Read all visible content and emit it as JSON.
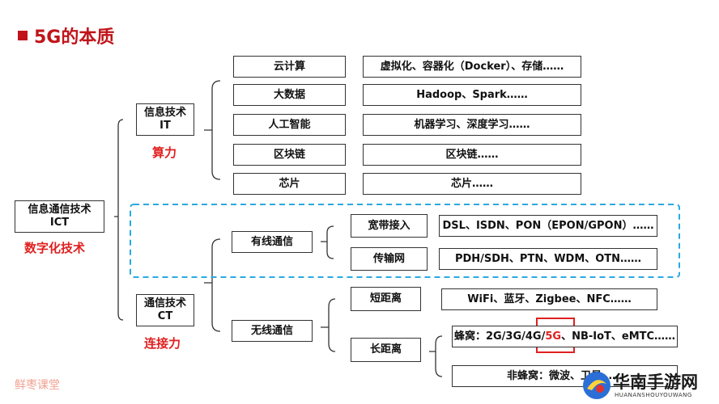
{
  "title": "5G的本质",
  "root": {
    "line1": "信息通信技术",
    "line2": "ICT",
    "label": "数字化技术"
  },
  "it": {
    "line1": "信息技术",
    "line2": "IT",
    "label": "算力"
  },
  "ct": {
    "line1": "通信技术",
    "line2": "CT",
    "label": "连接力"
  },
  "it_rows": [
    {
      "name": "云计算",
      "detail": "虚拟化、容器化（Docker）、存储……"
    },
    {
      "name": "大数据",
      "detail": "Hadoop、Spark……"
    },
    {
      "name": "人工智能",
      "detail": "机器学习、深度学习……"
    },
    {
      "name": "区块链",
      "detail": "区块链……"
    },
    {
      "name": "芯片",
      "detail": "芯片……"
    }
  ],
  "wired": {
    "name": "有线通信",
    "rows": [
      {
        "name": "宽带接入",
        "detail": "DSL、ISDN、PON（EPON/GPON）……"
      },
      {
        "name": "传输网",
        "detail": "PDH/SDH、PTN、WDM、OTN……"
      }
    ]
  },
  "wireless": {
    "name": "无线通信",
    "short": {
      "name": "短距离",
      "detail": "WiFi、蓝牙、Zigbee、NFC……"
    },
    "long": {
      "name": "长距离",
      "cellular_pre": "蜂窝：2G/3G/4G/",
      "cellular_hl": "5G",
      "cellular_post": "、NB-IoT、eMTC……",
      "noncellular": "非蜂窝：微波、卫星……"
    }
  },
  "watermark": "鲜枣课堂",
  "logo": {
    "text": "华南手游网",
    "sub": "HUANANSHOUYOUWANG"
  },
  "colors": {
    "red": "#e02020",
    "title_red": "#c0141a",
    "dashed": "#2aa9e0",
    "border": "#333333"
  }
}
